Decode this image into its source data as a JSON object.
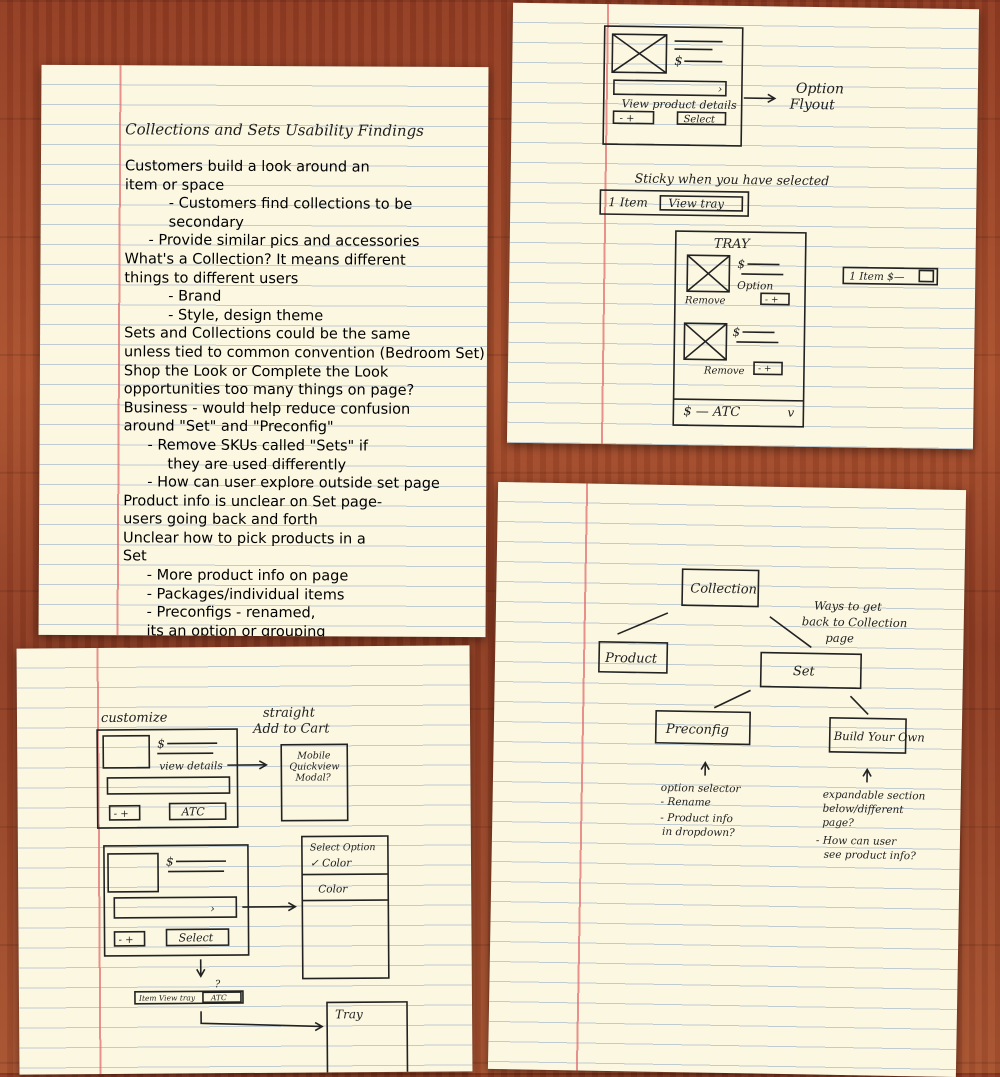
{
  "notes_sheet": {
    "title": "Collections and Sets Usability Findings",
    "lines": [
      {
        "text": "Customers build a look around an",
        "indent": 0
      },
      {
        "text": "item or space",
        "indent": 0
      },
      {
        "text": "- Customers find collections to be",
        "indent": 2
      },
      {
        "text": "secondary",
        "indent": 2
      },
      {
        "text": "- Provide similar pics and accessories",
        "indent": 1
      },
      {
        "text": "What's a Collection? It means different",
        "indent": 0
      },
      {
        "text": "things to different users",
        "indent": 0
      },
      {
        "text": "- Brand",
        "indent": 2
      },
      {
        "text": "- Style, design theme",
        "indent": 2
      },
      {
        "text": "Sets and Collections could be the same",
        "indent": 0
      },
      {
        "text": "unless tied to common convention (Bedroom Set)",
        "indent": 0
      },
      {
        "text": "Shop the Look or Complete the Look",
        "indent": 0
      },
      {
        "text": "opportunities too many things on page?",
        "indent": 0
      },
      {
        "text": "Business - would help reduce confusion",
        "indent": 0
      },
      {
        "text": "around \"Set\" and \"Preconfig\"",
        "indent": 0
      },
      {
        "text": "- Remove SKUs called \"Sets\" if",
        "indent": 1
      },
      {
        "text": "they are used differently",
        "indent": 2
      },
      {
        "text": "- How can user explore outside set page",
        "indent": 1
      },
      {
        "text": "Product info is unclear on Set page-",
        "indent": 0
      },
      {
        "text": "users going back and forth",
        "indent": 0
      },
      {
        "text": "Unclear how to pick products in a",
        "indent": 0
      },
      {
        "text": "Set",
        "indent": 0
      },
      {
        "text": "- More product info on page",
        "indent": 1
      },
      {
        "text": "- Packages/individual items",
        "indent": 1
      },
      {
        "text": "- Preconfigs - renamed,",
        "indent": 1
      },
      {
        "text": "its an option or grouping",
        "indent": 1
      }
    ]
  },
  "flyout_sheet": {
    "price_symbol": "$",
    "view_details": "View product details",
    "stepper": "- +",
    "select_label": "Select",
    "option_flyout": [
      "Option",
      "Flyout"
    ],
    "sticky_note": "Sticky when you have selected",
    "bar_item": "1 Item",
    "bar_view_tray": "View tray",
    "tray_title": "TRAY",
    "option_label": "Option",
    "remove_label": "Remove",
    "atc_bar": "$ — ATC",
    "mini_bar": "1 Item $—"
  },
  "sitemap_sheet": {
    "collection": "Collection",
    "product": "Product",
    "set": "Set",
    "preconfig": "Preconfig",
    "build_your_own": "Build Your Own",
    "ways_note": [
      "Ways to get",
      "back to Collection",
      "page"
    ],
    "preconfig_note": [
      "option selector",
      "- Rename",
      "- Product info",
      "in dropdown?"
    ],
    "byo_note": [
      "expandable section",
      "below/different",
      "page?",
      "- How can user",
      "see product info?"
    ]
  },
  "customize_sheet": {
    "customize": "customize",
    "straight_add": [
      "straight",
      "Add to Cart"
    ],
    "view_details": "view details",
    "atc": "ATC",
    "stepper": "- +",
    "modal_note": [
      "Mobile",
      "Quickview",
      "Modal?"
    ],
    "select_option": "Select Option",
    "color_checked": "✓ Color",
    "color": "Color",
    "select_label": "Select",
    "question": "?",
    "bottom_bar": "Item  View tray",
    "atc_small": "ATC",
    "tray": "Tray",
    "price_symbol": "$"
  }
}
